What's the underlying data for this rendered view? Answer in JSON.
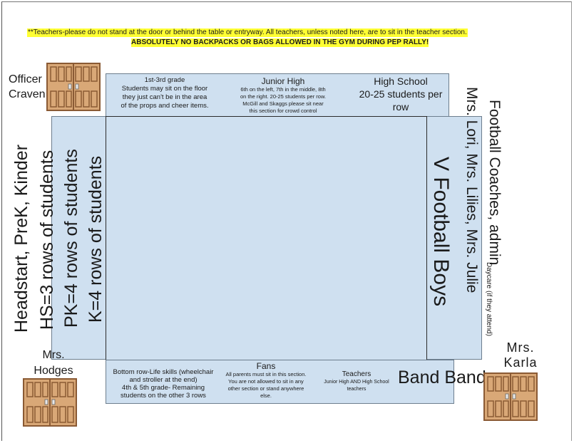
{
  "notices": {
    "teachers": "**Teachers-please do not stand at the door or behind the table or entryway. All teachers, unless noted here, are to sit in the teacher section.",
    "no_bags": "ABSOLUTELY NO BACKPACKS OR BAGS ALLOWED IN THE GYM DURING PEP RALLY!"
  },
  "top_sections": {
    "grades_1_3": {
      "title": "1st-3rd grade",
      "lines": [
        "Students may sit on the floor",
        "they just can't be in the area",
        "of the props and cheer items."
      ]
    },
    "junior_high": {
      "title": "Junior High",
      "lines": [
        "6th on the left, 7th in the middle, 8th",
        "on the right. 20-25 students per row.",
        "McGill and Skaggs please sit near",
        "this section for crowd control"
      ]
    },
    "high_school": {
      "lines": [
        "High School",
        "20-25 students per",
        "row"
      ]
    }
  },
  "left_sections": {
    "outer": "Headstart, PreK, Kinder",
    "hs": "HS=3 rows of students",
    "pk": "PK=4 rows of students",
    "k": "K=4 rows of students"
  },
  "right_sections": {
    "football": "V Football Boys",
    "staff": "Mrs. Lori, Mrs. Lilies, Mrs. Julie",
    "coaches": "Football Coaches, admin",
    "daycare": "Daycare (if they attend)"
  },
  "bottom_sections": {
    "life_skills": {
      "lines": [
        "Bottom row-Life skills (wheelchair",
        "and stroller at the end)",
        "4th & 5th grade- Remaining",
        "students on the other 3 rows"
      ]
    },
    "fans": {
      "title": "Fans",
      "lines": [
        "All parents must sit in this section.",
        "You are not allowed to sit in any",
        "other section or stand anywhere",
        "else."
      ]
    },
    "teachers": {
      "title": "Teachers",
      "lines": [
        "Junior High AND High School",
        "teachers"
      ]
    },
    "band": "Band Band"
  },
  "door_staff": {
    "top_left": [
      "Officer",
      "Craven"
    ],
    "bottom_left": [
      "Mrs.",
      "Hodges"
    ],
    "bottom_right": [
      "Mrs.",
      "Karla"
    ]
  },
  "colors": {
    "section_fill": "#cfe0f0",
    "highlight": "#ffff33",
    "door_wood": "#d9a877",
    "door_dark": "#8a5a34"
  }
}
